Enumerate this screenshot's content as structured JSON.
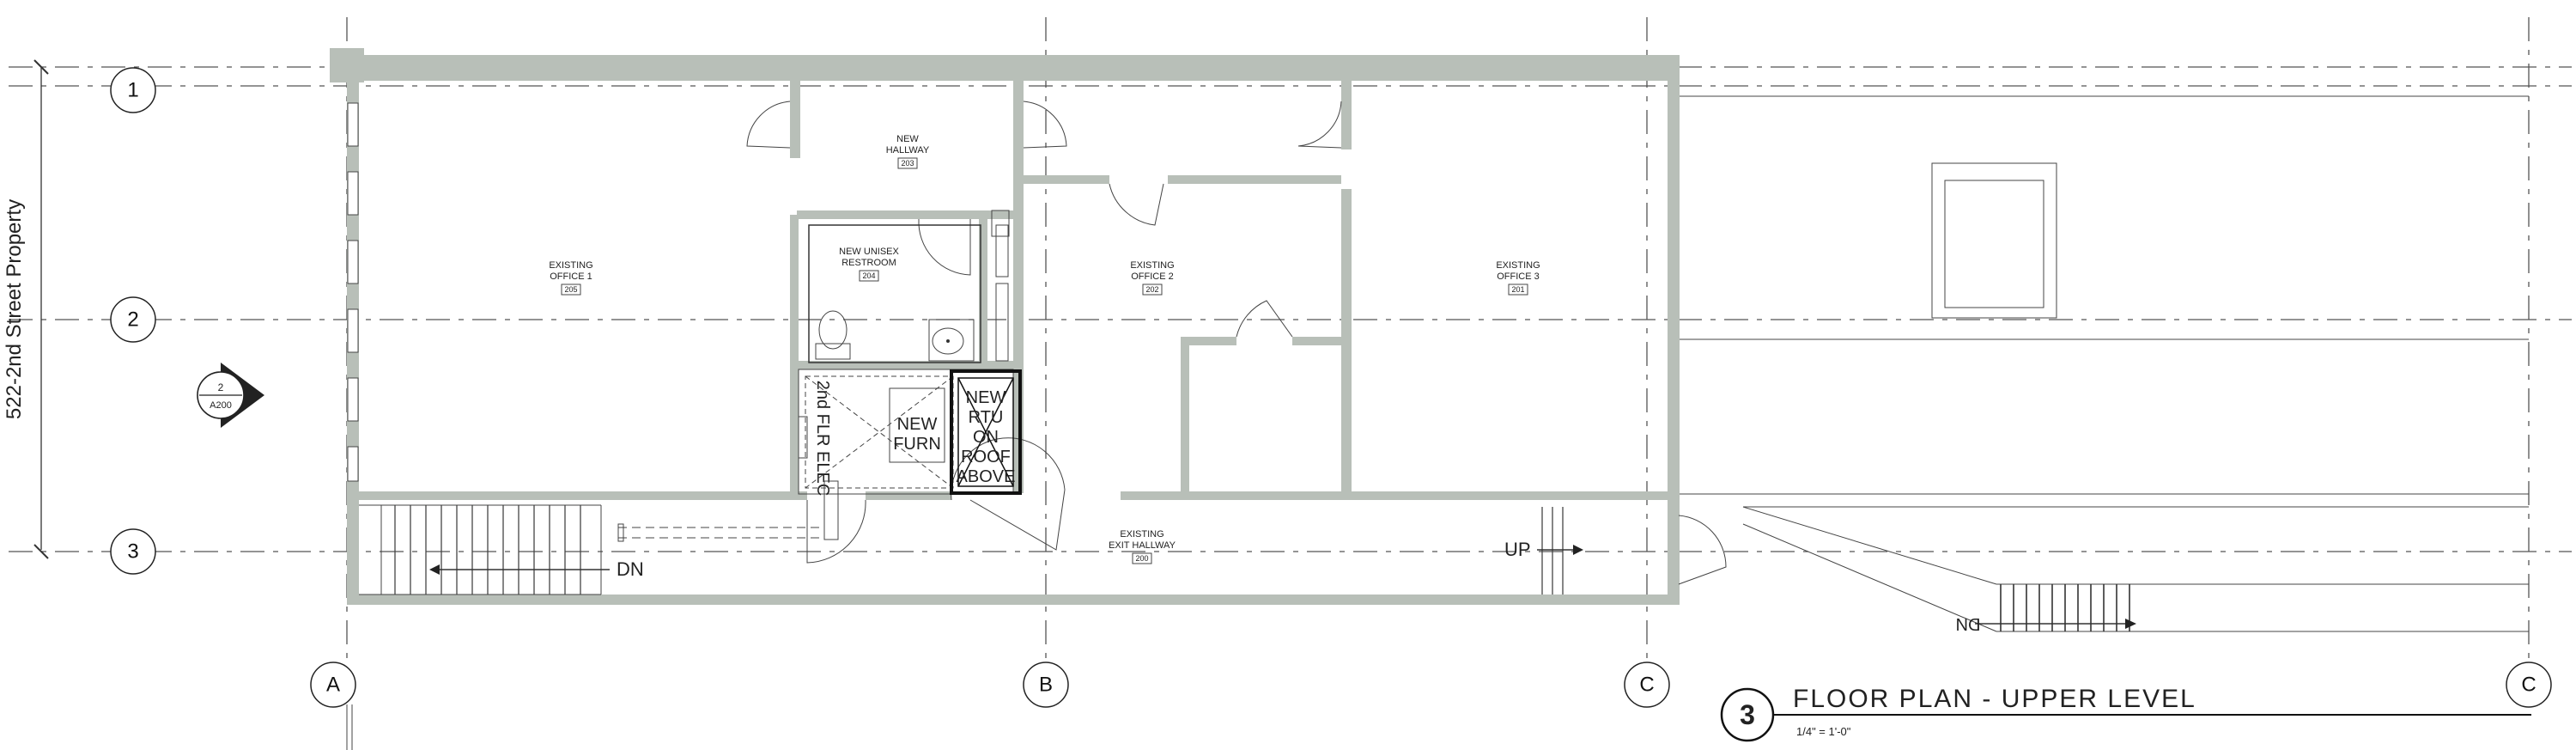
{
  "drawing": {
    "title": "FLOOR PLAN - UPPER LEVEL",
    "number": "3",
    "scale": "1/4\" = 1'-0\"",
    "property_note": "522-2nd Street Property"
  },
  "section_marker": {
    "number": "2",
    "sheet": "A200"
  },
  "grid": {
    "rows": [
      "1",
      "2",
      "3"
    ],
    "columns": [
      "A",
      "B",
      "C",
      "C"
    ]
  },
  "rooms": [
    {
      "name": [
        "EXISTING",
        "OFFICE 1"
      ],
      "number": "205"
    },
    {
      "name": [
        "NEW",
        "HALLWAY"
      ],
      "number": "203"
    },
    {
      "name": [
        "NEW UNISEX",
        "RESTROOM"
      ],
      "number": "204"
    },
    {
      "name": [
        "EXISTING",
        "OFFICE 2"
      ],
      "number": "202"
    },
    {
      "name": [
        "EXISTING",
        "OFFICE 3"
      ],
      "number": "201"
    },
    {
      "name": [
        "EXISTING",
        "EXIT HALLWAY"
      ],
      "number": "200"
    }
  ],
  "equipment": {
    "elec": "2nd FLR ELEC",
    "furn": [
      "NEW",
      "FURN"
    ],
    "rtu": [
      "NEW",
      "RTU",
      "ON",
      "ROOF",
      "ABOVE"
    ]
  },
  "stairs": {
    "down_main": "DN",
    "up": "UP",
    "down_exterior": "DN"
  }
}
